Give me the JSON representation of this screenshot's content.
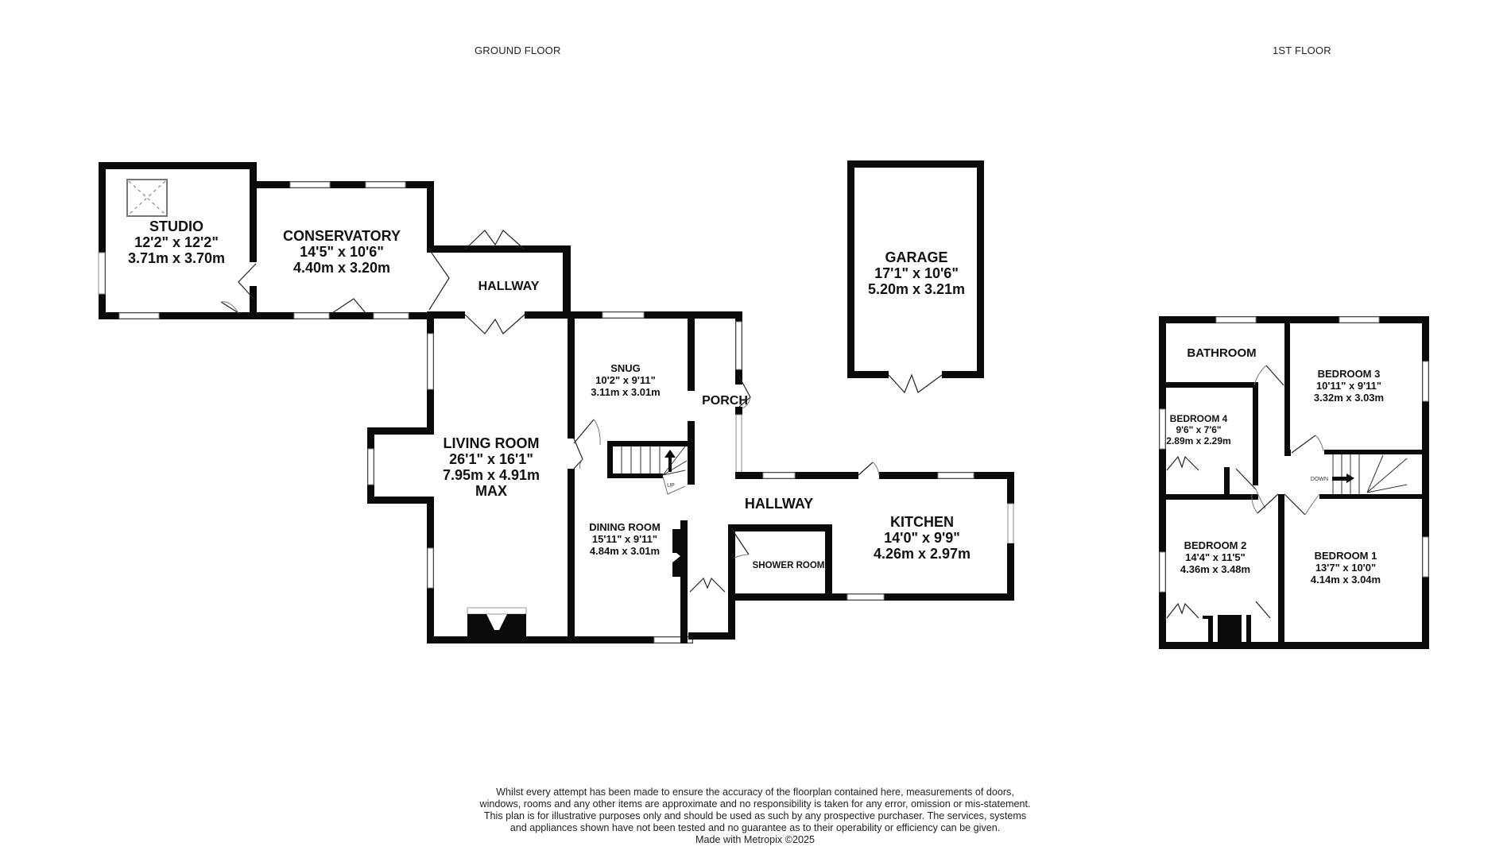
{
  "headings": {
    "ground_floor": "GROUND FLOOR",
    "first_floor": "1ST FLOOR"
  },
  "ground_floor": {
    "rooms": {
      "studio": {
        "name": "STUDIO",
        "imperial": "12'2\"  x 12'2\"",
        "metric": "3.71m  x 3.70m"
      },
      "conservatory": {
        "name": "CONSERVATORY",
        "imperial": "14'5\"  x 10'6\"",
        "metric": "4.40m  x 3.20m"
      },
      "hallway_rear": {
        "name": "HALLWAY"
      },
      "garage": {
        "name": "GARAGE",
        "imperial": "17'1\"  x 10'6\"",
        "metric": "5.20m  x 3.21m"
      },
      "snug": {
        "name": "SNUG",
        "imperial": "10'2\"  x 9'11\"",
        "metric": "3.11m  x 3.01m"
      },
      "porch": {
        "name": "PORCH"
      },
      "living_room": {
        "name": "LIVING ROOM",
        "imperial": "26'1\"  x 16'1\"",
        "metric": "7.95m  x 4.91m",
        "note": "MAX"
      },
      "dining_room": {
        "name": "DINING ROOM",
        "imperial": "15'11\"  x 9'11\"",
        "metric": "4.84m  x 3.01m"
      },
      "hallway_main": {
        "name": "HALLWAY"
      },
      "shower_room": {
        "name": "SHOWER ROOM"
      },
      "kitchen": {
        "name": "KITCHEN",
        "imperial": "14'0\"  x 9'9\"",
        "metric": "4.26m  x 2.97m"
      }
    },
    "stairs_label": "UP"
  },
  "first_floor": {
    "rooms": {
      "bathroom": {
        "name": "BATHROOM"
      },
      "bedroom3": {
        "name": "BEDROOM 3",
        "imperial": "10'11\"  x 9'11\"",
        "metric": "3.32m  x 3.03m"
      },
      "bedroom4": {
        "name": "BEDROOM 4",
        "imperial": "9'6\"  x 7'6\"",
        "metric": "2.89m  x 2.29m"
      },
      "bedroom2": {
        "name": "BEDROOM 2",
        "imperial": "14'4\"  x 11'5\"",
        "metric": "4.36m  x 3.48m"
      },
      "bedroom1": {
        "name": "BEDROOM 1",
        "imperial": "13'7\"  x 10'0\"",
        "metric": "4.14m  x 3.04m"
      }
    },
    "stairs_label": "DOWN"
  },
  "disclaimer": {
    "text": "Whilst every attempt has been made to ensure the accuracy of the floorplan contained here, measurements of doors, windows, rooms and any other items are approximate and no responsibility is taken for any error, omission or mis-statement. This plan is for illustrative purposes only and should be used as such by any prospective purchaser. The services, systems and appliances shown have not been tested and no guarantee as to their operability or efficiency can be given.",
    "credit": "Made with Metropix ©2025"
  },
  "colors": {
    "wall": "#0a0a0a",
    "background": "#ffffff",
    "window_outline": "#888888"
  }
}
